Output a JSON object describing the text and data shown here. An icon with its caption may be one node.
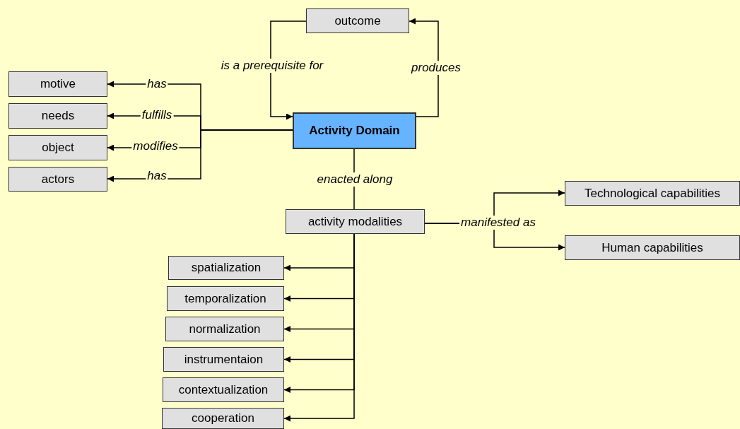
{
  "diagram": {
    "nodes": [
      {
        "text": [
          "outcome"
        ]
      },
      {
        "text": [
          "Activity Domain"
        ]
      },
      {
        "text": [
          "motive"
        ]
      },
      {
        "text": [
          "needs"
        ]
      },
      {
        "text": [
          "object"
        ]
      },
      {
        "text": [
          "actors"
        ]
      },
      {
        "text": [
          "activity modalities"
        ]
      },
      {
        "text": [
          "Technological capabilities"
        ]
      },
      {
        "text": [
          "Human capabilities"
        ]
      },
      {
        "text": [
          "spatialization"
        ]
      },
      {
        "text": [
          "temporalization"
        ]
      },
      {
        "text": [
          "normalization"
        ]
      },
      {
        "text": [
          "instrumentaion"
        ]
      },
      {
        "text": [
          "contextualization"
        ]
      },
      {
        "text": [
          "cooperation"
        ]
      }
    ],
    "edges": [
      {
        "from": 1,
        "to": 0,
        "arrow": "to",
        "label": "produces"
      },
      {
        "from": 0,
        "to": 1,
        "arrow": "to",
        "label": "is a prerequisite for"
      },
      {
        "from": 1,
        "to": 2,
        "arrow": "to",
        "label": "has"
      },
      {
        "from": 1,
        "to": 3,
        "arrow": "to",
        "label": "fulfills"
      },
      {
        "from": 1,
        "to": 4,
        "arrow": "to",
        "label": "modifies"
      },
      {
        "from": 1,
        "to": 5,
        "arrow": "to",
        "label": "has"
      },
      {
        "from": 1,
        "to": 6,
        "arrow": "none",
        "label": "enacted along"
      },
      {
        "from": 6,
        "to": 7,
        "arrow": "to",
        "label": "manifested as"
      },
      {
        "from": 6,
        "to": 8,
        "arrow": "to"
      },
      {
        "from": 6,
        "to": 9,
        "arrow": "to"
      },
      {
        "from": 6,
        "to": 10,
        "arrow": "to"
      },
      {
        "from": 6,
        "to": 11,
        "arrow": "to"
      },
      {
        "from": 6,
        "to": 12,
        "arrow": "to"
      },
      {
        "from": 6,
        "to": 13,
        "arrow": "to"
      },
      {
        "from": 6,
        "to": 14,
        "arrow": "to"
      }
    ]
  }
}
